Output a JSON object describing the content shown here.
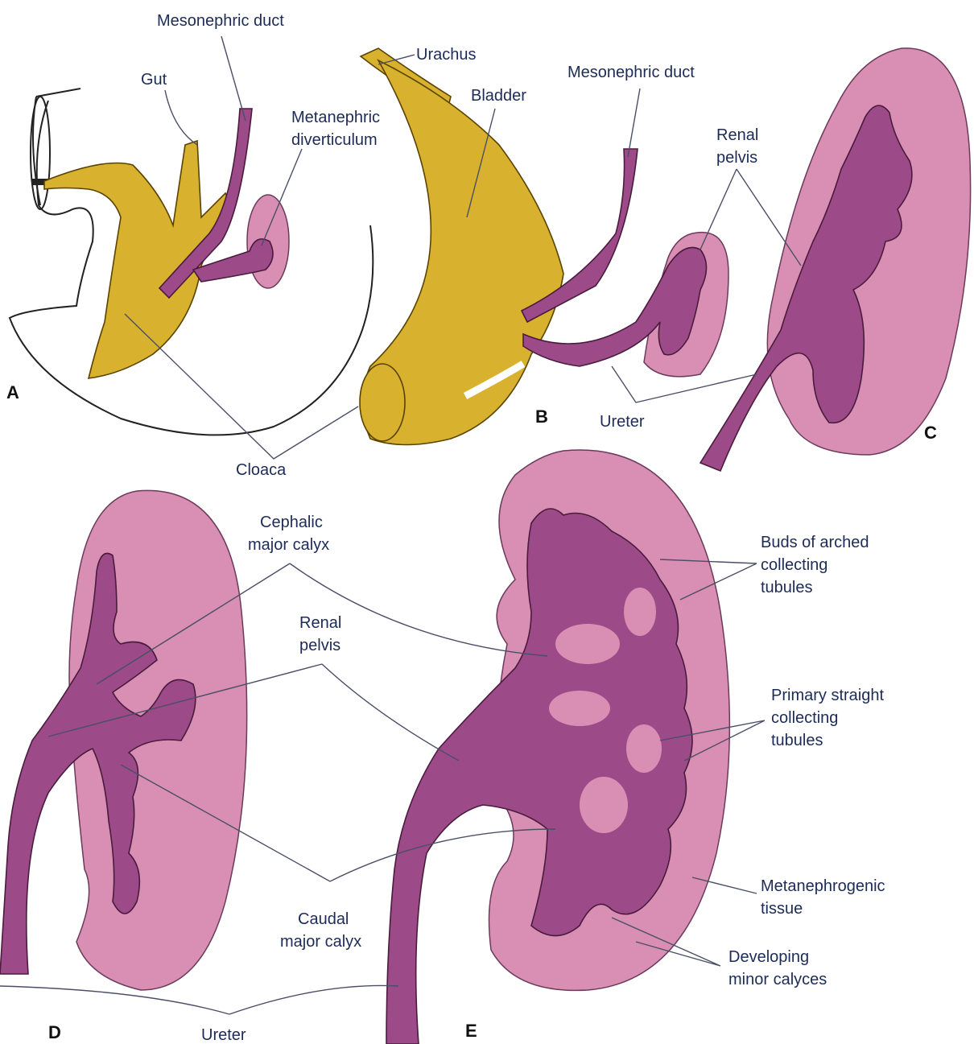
{
  "colors": {
    "kidney": "#d98fb3",
    "collecting": "#9c4b88",
    "urogenital": "#d8b12e",
    "outline": "#222222",
    "label": "#1d2b57"
  },
  "panels": {
    "a": "A",
    "b": "B",
    "c": "C",
    "d": "D",
    "e": "E"
  },
  "labels": {
    "mesonephric_duct_a": "Mesonephric duct",
    "gut": "Gut",
    "metanephric_line1": "Metanephric",
    "metanephric_line2": "diverticulum",
    "urachus": "Urachus",
    "bladder": "Bladder",
    "mesonephric_duct_b": "Mesonephric duct",
    "renal_pelvis_c_line1": "Renal",
    "renal_pelvis_c_line2": "pelvis",
    "ureter_b": "Ureter",
    "cloaca": "Cloaca",
    "cephalic_line1": "Cephalic",
    "cephalic_line2": "major calyx",
    "renal_pelvis_d_line1": "Renal",
    "renal_pelvis_d_line2": "pelvis",
    "caudal_line1": "Caudal",
    "caudal_line2": "major calyx",
    "ureter_d": "Ureter",
    "buds_line1": "Buds of arched",
    "buds_line2": "collecting",
    "buds_line3": "tubules",
    "primary_line1": "Primary straight",
    "primary_line2": "collecting",
    "primary_line3": "tubules",
    "metanephrogenic_line1": "Metanephrogenic",
    "metanephrogenic_line2": "tissue",
    "developing_line1": "Developing",
    "developing_line2": "minor calyces"
  }
}
